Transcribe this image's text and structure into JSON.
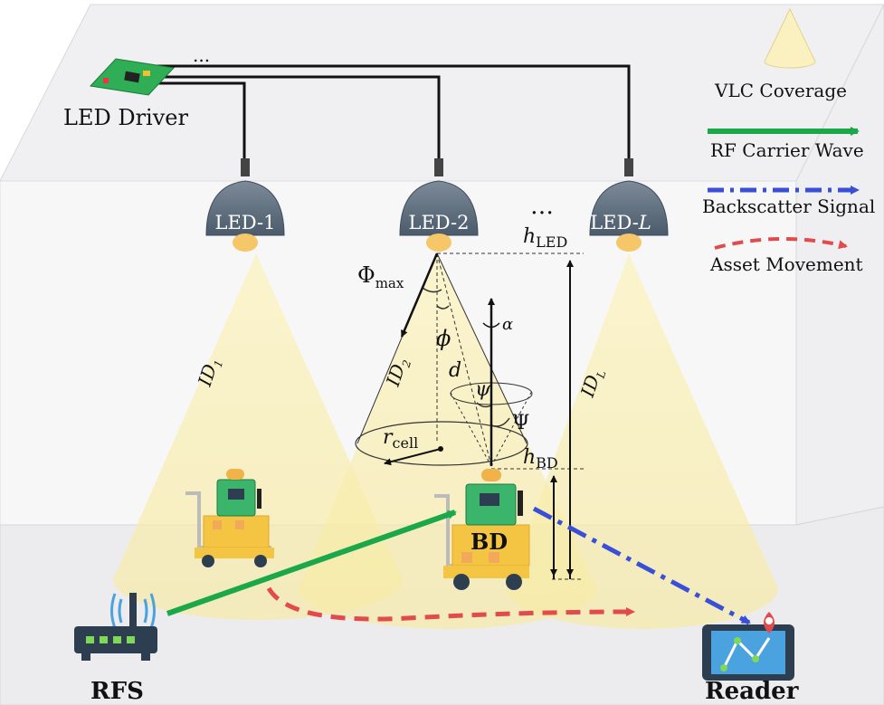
{
  "driver": {
    "label": "LED Driver",
    "dots": "..."
  },
  "leds": [
    {
      "label": "LED-1"
    },
    {
      "label": "LED-2"
    },
    {
      "label": "LED-",
      "suffix": "L"
    }
  ],
  "led_dots": "…",
  "cells": [
    {
      "id": "ID",
      "sub": "1"
    },
    {
      "id": "ID",
      "sub": "2"
    },
    {
      "id": "ID",
      "sub": "L"
    }
  ],
  "geometry_labels": {
    "phi_max": "Φ",
    "phi_max_sub": "max",
    "phi": "ϕ",
    "d": "d",
    "psi": "ψ",
    "Psi": "Ψ",
    "alpha": "α",
    "r": "r",
    "r_sub": "cell",
    "h_led": "h",
    "h_led_sub": "LED",
    "h_bd": "h",
    "h_bd_sub": "BD"
  },
  "devices": {
    "bd": "BD",
    "rfs": "RFS",
    "reader": "Reader"
  },
  "legend": {
    "vlc": "VLC Coverage",
    "rf": "RF Carrier Wave",
    "backscatter": "Backscatter Signal",
    "movement": "Asset Movement"
  },
  "colors": {
    "rf": "#1aa84a",
    "backscatter": "#3a4fd8",
    "movement": "#e24b4b",
    "beam": "#f8eeb0",
    "lamp": "#5a6b7c"
  }
}
